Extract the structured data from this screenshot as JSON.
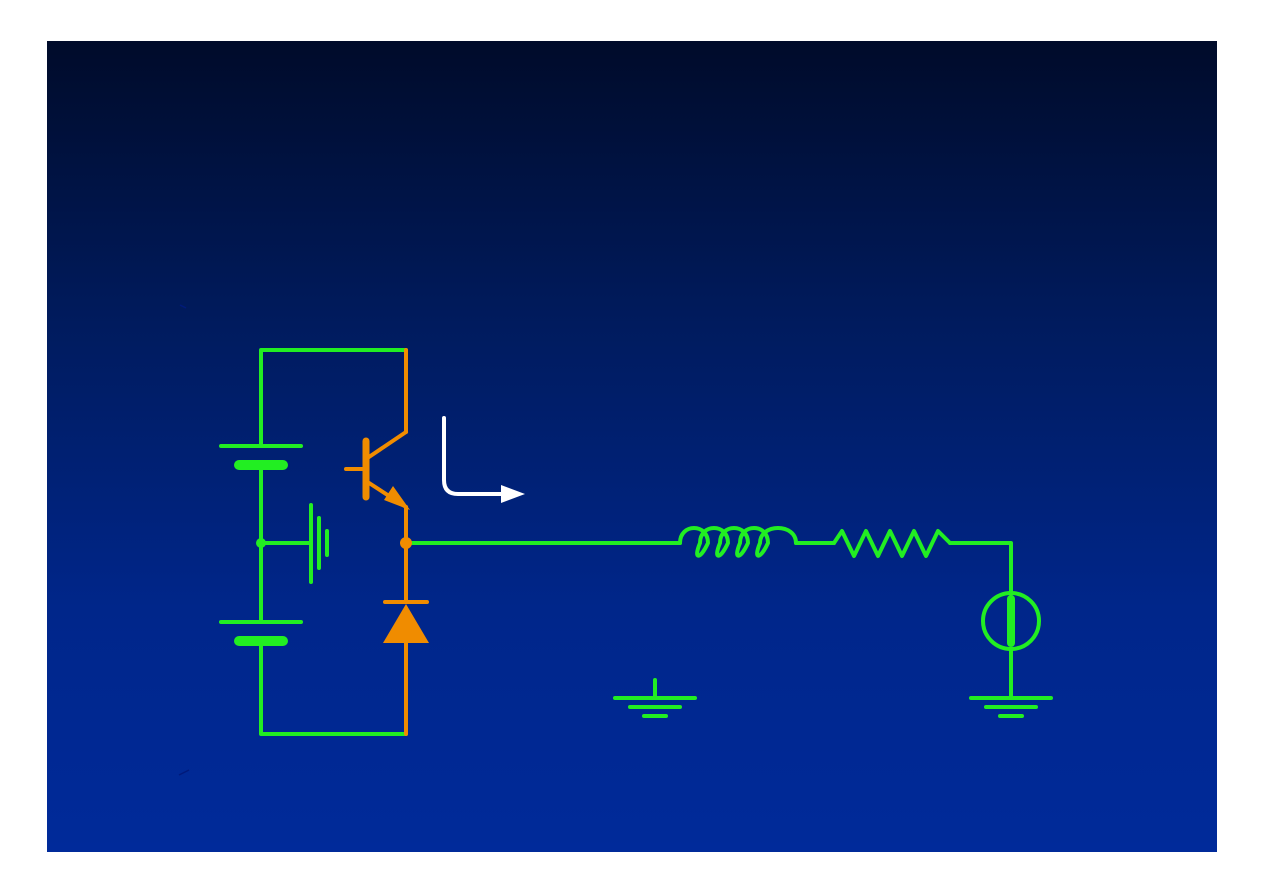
{
  "slide": {
    "background_top": "#000b2a",
    "background_bottom": "#002a9a"
  },
  "diagram": {
    "colors": {
      "wire": "#22ee22",
      "switch_device": "#f08c00",
      "current_arrow": "#ffffff"
    },
    "components": {
      "battery_upper": "dc-source",
      "battery_lower": "dc-source",
      "midpoint_ground": "ground-symbol",
      "transistor": "npn-transistor",
      "freewheel_diode": "diode",
      "inductor": "inductor",
      "resistor": "resistor",
      "load_source": "current-source",
      "ground_center": "ground-symbol",
      "ground_right": "ground-symbol"
    }
  }
}
